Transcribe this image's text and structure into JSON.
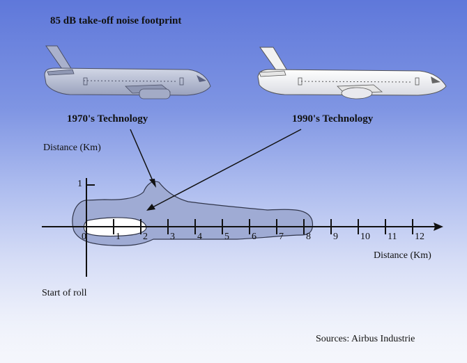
{
  "title": "85 dB take-off noise footprint",
  "labels": {
    "tech_1970": "1970's Technology",
    "tech_1990": "1990's Technology",
    "y_axis": "Distance (Km)",
    "x_axis": "Distance (Km)",
    "start_of_roll": "Start of roll",
    "source": "Sources: Airbus Industrie"
  },
  "y_ticks": [
    "1"
  ],
  "x_ticks": [
    "0",
    "1",
    "2",
    "3",
    "4",
    "5",
    "6",
    "7",
    "8",
    "9",
    "10",
    "11",
    "12"
  ],
  "colors": {
    "background_top": "#5f78da",
    "footprint_1970_fill": "#9fabd4",
    "footprint_1990_fill": "#ffffff",
    "aircraft_1970": "#b8c0d8",
    "aircraft_1990": "#f4f4f4"
  }
}
